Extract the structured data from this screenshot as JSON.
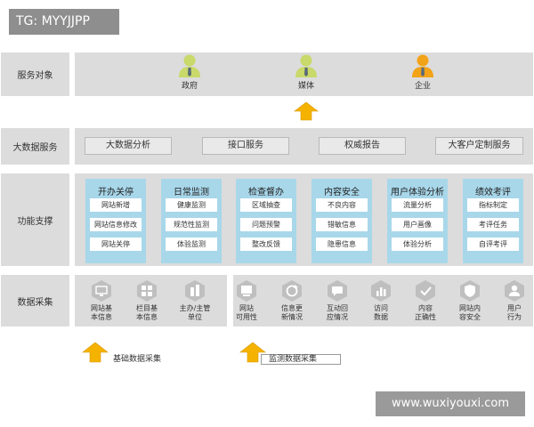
{
  "badge": "TG: MYYJJPP",
  "watermark": "www.wuxiyouxi.com",
  "rows": {
    "service_targets": "服务对象",
    "big_data": "大数据服务",
    "functions": "功能支撑",
    "collection": "数据采集"
  },
  "targets": [
    {
      "label": "政府",
      "color": "#c9d96a"
    },
    {
      "label": "媒体",
      "color": "#c9d96a"
    },
    {
      "label": "企业",
      "color": "#f2a318"
    }
  ],
  "services": [
    "大数据分析",
    "接口服务",
    "权威报告",
    "大客户定制服务"
  ],
  "functions": [
    {
      "title": "开办关停",
      "items": [
        "网站新增",
        "网站信息修改",
        "网站关停"
      ]
    },
    {
      "title": "日常监测",
      "items": [
        "健康监测",
        "规范性监测",
        "体验监测"
      ]
    },
    {
      "title": "检查督办",
      "items": [
        "区域抽查",
        "问题预警",
        "整改反馈"
      ]
    },
    {
      "title": "内容安全",
      "items": [
        "不良内容",
        "错敏信息",
        "隐患信息"
      ]
    },
    {
      "title": "用户体验分析",
      "items": [
        "流量分析",
        "用户画像",
        "体验分析"
      ]
    },
    {
      "title": "绩效考评",
      "items": [
        "指标制定",
        "考评任务",
        "自评考评"
      ]
    }
  ],
  "collection_basic": [
    {
      "l1": "网站基",
      "l2": "本信息",
      "icon": "monitor-icon"
    },
    {
      "l1": "栏目基",
      "l2": "本信息",
      "icon": "grid-icon"
    },
    {
      "l1": "主办/主管",
      "l2": "单位",
      "icon": "building-icon"
    }
  ],
  "collection_monitor": [
    {
      "l1": "网站",
      "l2": "可用性",
      "icon": "screen-icon"
    },
    {
      "l1": "信息更",
      "l2": "新情况",
      "icon": "refresh-icon"
    },
    {
      "l1": "互动回",
      "l2": "应情况",
      "icon": "chat-icon"
    },
    {
      "l1": "访问",
      "l2": "数据",
      "icon": "bar-chart-icon"
    },
    {
      "l1": "内容",
      "l2": "正确性",
      "icon": "check-icon"
    },
    {
      "l1": "网站内",
      "l2": "容安全",
      "icon": "shield-icon"
    },
    {
      "l1": "用户",
      "l2": "行为",
      "icon": "user-icon"
    }
  ],
  "legend": {
    "basic": "基础数据采集",
    "monitor": "监测数据采集"
  },
  "colors": {
    "panel": "#dcdcdc",
    "func_blue": "#a8d7ea",
    "arrow": "#f5b300",
    "hex": "#bfbfbf"
  }
}
